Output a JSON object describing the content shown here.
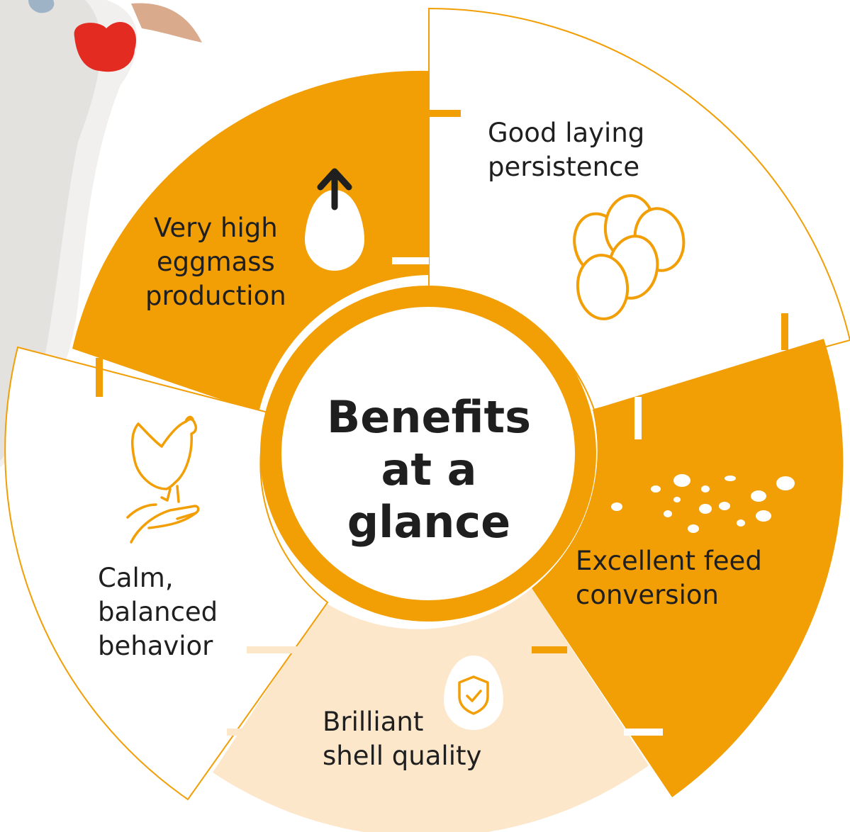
{
  "colors": {
    "orange": "#f29e05",
    "light_orange": "#fde7cb",
    "white": "#ffffff",
    "text": "#1f1f1f"
  },
  "center": {
    "lines": [
      "Benefits",
      "at a",
      "glance"
    ]
  },
  "segments": [
    {
      "id": "eggmass",
      "lines": [
        "Very high",
        "eggmass",
        "production"
      ],
      "icon": "egg-up-arrow-icon",
      "fill": "orange"
    },
    {
      "id": "persistence",
      "lines": [
        "Good laying",
        "persistence"
      ],
      "icon": "eggs-cluster-icon",
      "fill": "white"
    },
    {
      "id": "feed",
      "lines": [
        "Excellent feed",
        "conversion"
      ],
      "icon": "feed-grains-icon",
      "fill": "orange"
    },
    {
      "id": "shell",
      "lines": [
        "Brilliant",
        "shell quality"
      ],
      "icon": "egg-shield-check-icon",
      "fill": "light_orange"
    },
    {
      "id": "behavior",
      "lines": [
        "Calm,",
        "balanced",
        "behavior"
      ],
      "icon": "hen-in-hand-icon",
      "fill": "white"
    }
  ]
}
